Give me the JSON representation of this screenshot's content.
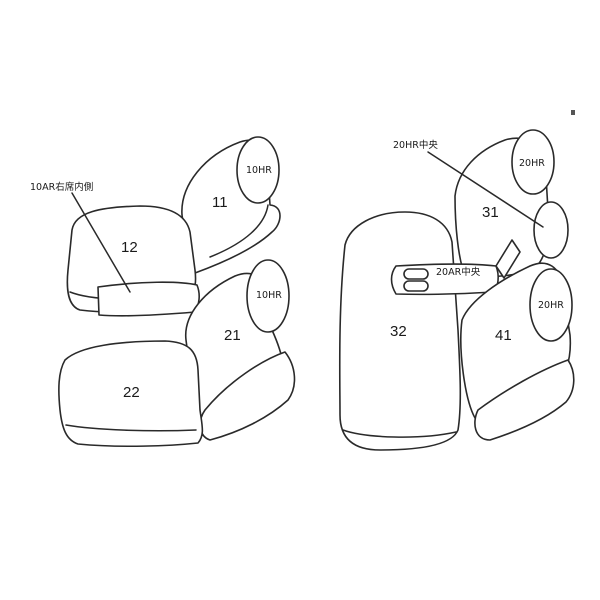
{
  "colors": {
    "line": "#2a2a2a",
    "background": "#ffffff"
  },
  "left_group": {
    "callout": "10AR右席内側",
    "parts": [
      {
        "number": "11",
        "badge": "10HR"
      },
      {
        "number": "12"
      },
      {
        "number": "21",
        "badge": "10HR"
      },
      {
        "number": "22"
      }
    ]
  },
  "right_group": {
    "callouts": [
      "20HR中央",
      "20AR中央"
    ],
    "parts": [
      {
        "number": "31",
        "badge": "20HR"
      },
      {
        "number": "32"
      },
      {
        "number": "41",
        "badge": "20HR"
      }
    ]
  }
}
